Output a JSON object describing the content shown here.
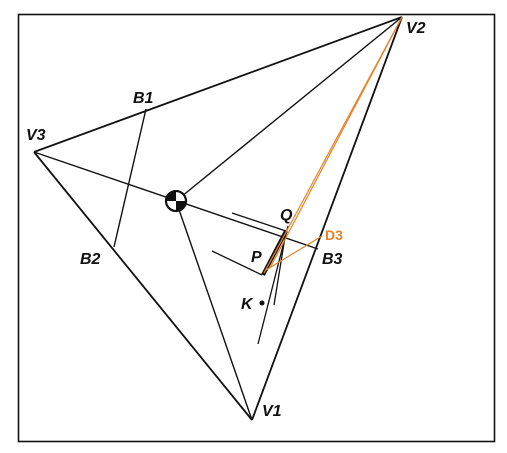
{
  "labels": {
    "v1": "V1",
    "v2": "V2",
    "v3": "V3",
    "b1": "B1",
    "b2": "B2",
    "b3": "B3",
    "q": "Q",
    "p": "P",
    "k": "K",
    "d3": "D3"
  },
  "colors": {
    "ink": "#111111",
    "highlight": "#e8822a"
  },
  "icons": {
    "center": "centroid-marker-icon"
  }
}
